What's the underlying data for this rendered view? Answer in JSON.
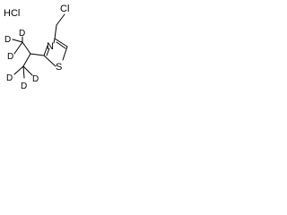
{
  "molecule": {
    "labels": {
      "hcl": "HCl",
      "chlorine": "Cl",
      "sulfur": "S",
      "nitrogen": "N",
      "deuterium": "D"
    }
  }
}
